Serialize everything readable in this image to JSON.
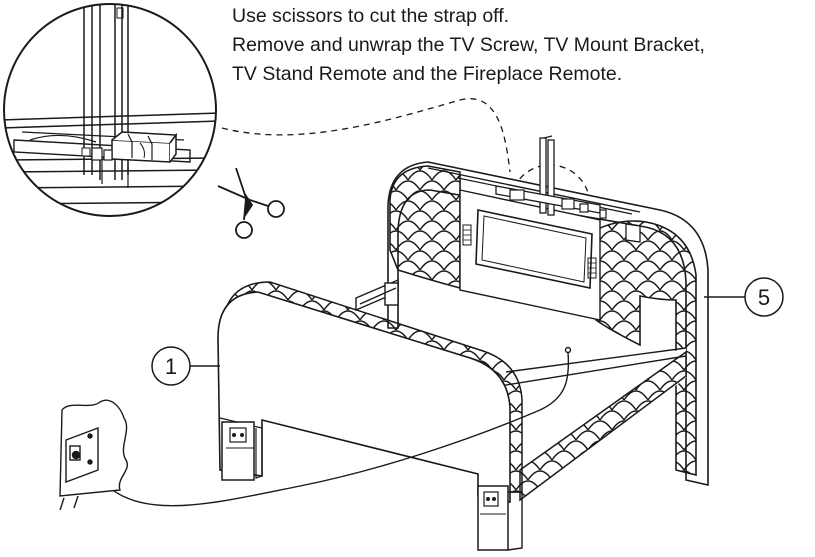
{
  "instructions": {
    "line1": "Use scissors to cut the strap off.",
    "line2": "Remove and unwrap the TV Screw, TV Mount Bracket,",
    "line3": "TV Stand Remote and the Fireplace Remote."
  },
  "callouts": {
    "part_headboard": "5",
    "part_footboard": "1"
  },
  "colors": {
    "ink": "#1a1a1a",
    "background": "#ffffff"
  }
}
